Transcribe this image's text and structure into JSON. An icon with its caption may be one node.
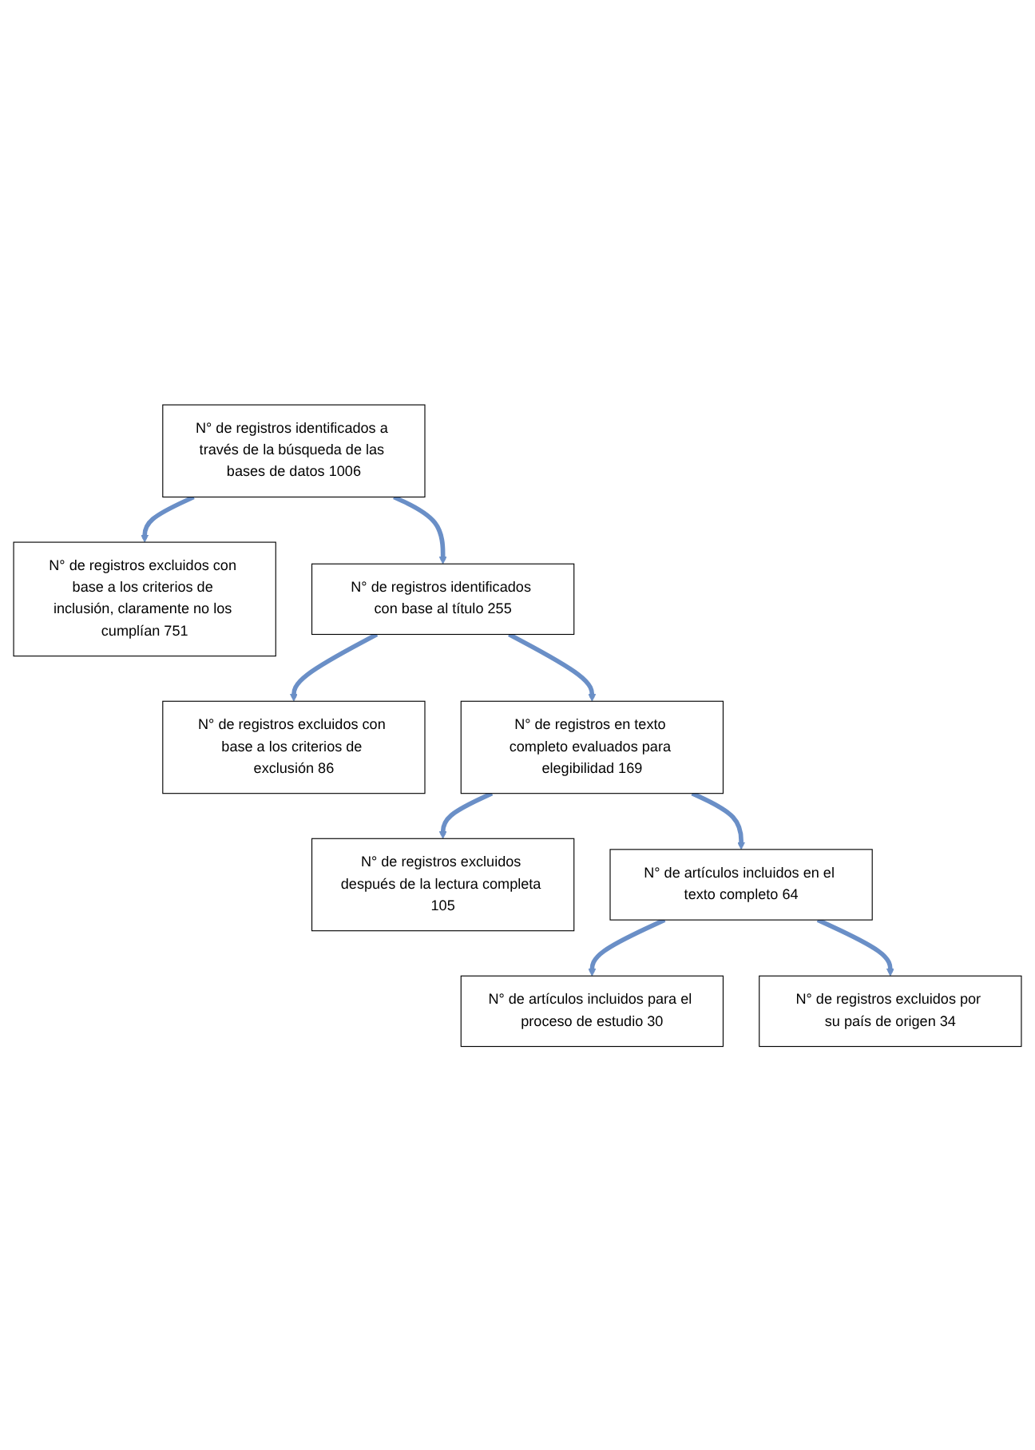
{
  "diagram": {
    "nodes": [
      {
        "text": [
          "N° de registros identificados a través de la búsqueda de las bases de datos 1006"
        ]
      },
      {
        "text": [
          "N° de registros excluidos con base a los criterios de inclusión, claramente no los cumplían 751"
        ]
      },
      {
        "text": [
          "N° de registros identificados con base al título 255"
        ]
      },
      {
        "text": [
          "N° de registros excluidos con base a los criterios de exclusión 86"
        ]
      },
      {
        "text": [
          "N° de registros en texto completo evaluados para elegibilidad 169"
        ]
      },
      {
        "text": [
          "N° de registros excluidos después de la lectura completa 105"
        ]
      },
      {
        "text": [
          "N° de artículos incluidos en el texto completo 64"
        ]
      },
      {
        "text": [
          "N° de registros excluidos por su país de origen 34"
        ]
      },
      {
        "text": [
          "N° de artículos incluidos para el proceso de estudio 30"
        ]
      }
    ],
    "edges": [
      {
        "from": 0,
        "to": 2,
        "arrow": "to"
      },
      {
        "from": 0,
        "to": 1,
        "arrow": "to"
      },
      {
        "from": 2,
        "to": 4,
        "arrow": "to"
      },
      {
        "from": 2,
        "to": 3,
        "arrow": "to"
      },
      {
        "from": 4,
        "to": 6,
        "arrow": "to"
      },
      {
        "from": 4,
        "to": 5,
        "arrow": "to"
      },
      {
        "from": 6,
        "to": 8,
        "arrow": "to"
      },
      {
        "from": 6,
        "to": 7,
        "arrow": "to"
      }
    ]
  }
}
